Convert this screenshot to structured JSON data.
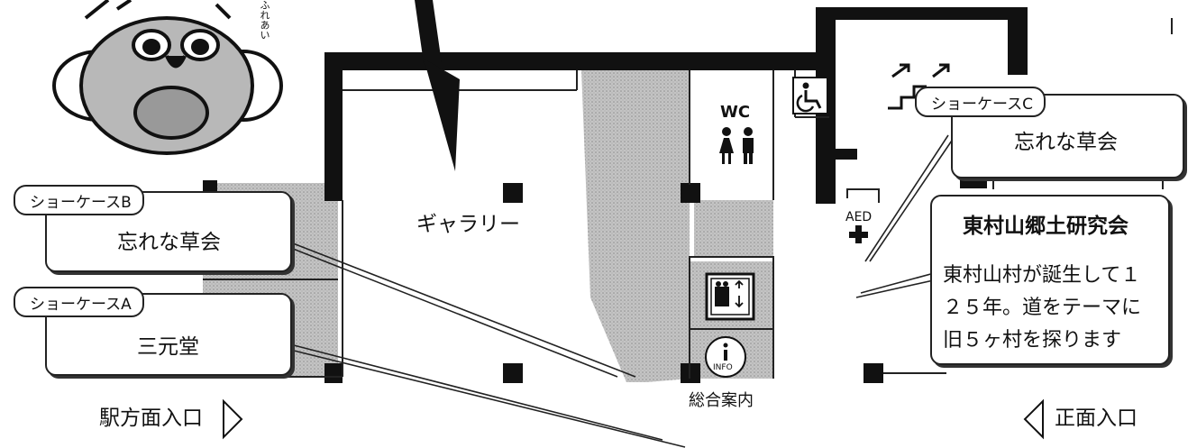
{
  "mascot": {
    "side_text": "ふれあい"
  },
  "rooms": {
    "gallery": "ギャラリー",
    "wc": "WC",
    "aed": "AED"
  },
  "showcases": {
    "a": {
      "tab": "ショーケースA",
      "name": "三元堂"
    },
    "b": {
      "tab": "ショーケースB",
      "name": "忘れな草会"
    },
    "c": {
      "tab": "ショーケースC",
      "name": "忘れな草会"
    }
  },
  "society": {
    "title": "東村山郷土研究会",
    "body_lines": [
      "東村山村が誕生して１",
      "２５年。道をテーマに",
      "旧５ヶ村を探ります"
    ]
  },
  "info": {
    "icon_label": "INFO",
    "desk_label": "総合案内"
  },
  "entrances": {
    "station": "駅方面入口",
    "main": "正面入口"
  },
  "colors": {
    "wall": "#111111",
    "hatch": "#b9b9b9",
    "line": "#222222"
  },
  "icons": [
    "pointer-arrow-icon",
    "wheelchair-icon",
    "toilet-icon",
    "stairs-icon",
    "aed-cross-icon",
    "elevator-icon",
    "info-icon",
    "right-triangle-icon",
    "left-triangle-icon"
  ]
}
